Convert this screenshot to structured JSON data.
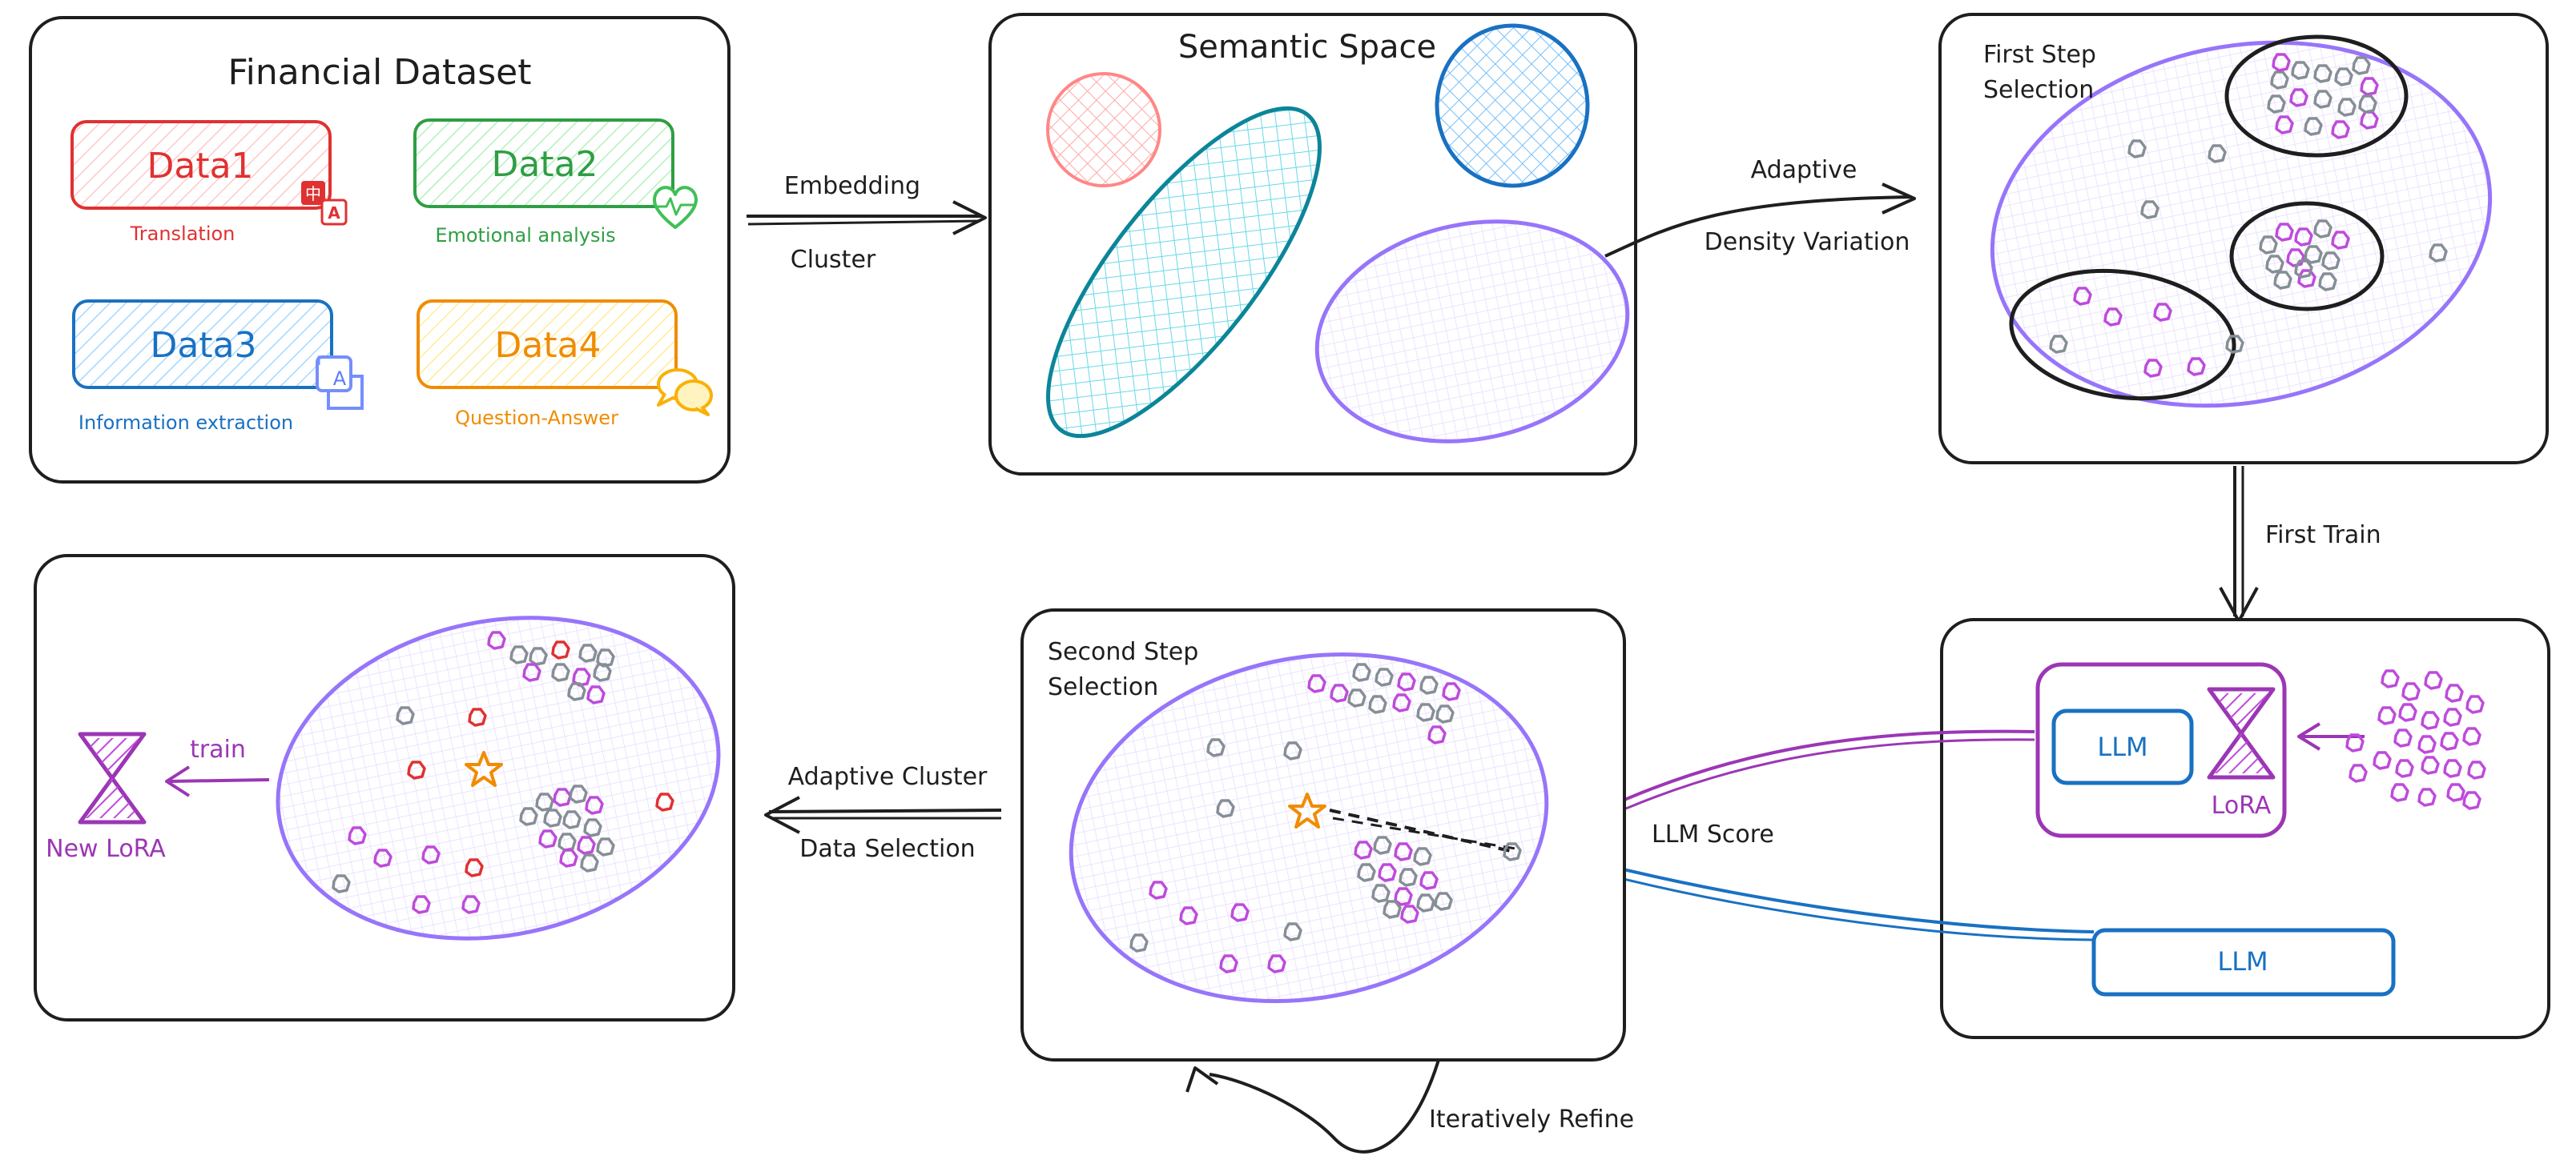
{
  "panel1": {
    "title": "Financial Dataset",
    "cards": [
      {
        "label": "Data1",
        "caption": "Translation",
        "color": "#e03131",
        "icon": "translate-icon"
      },
      {
        "label": "Data2",
        "caption": "Emotional analysis",
        "color": "#2f9e44",
        "icon": "heart-pulse-icon"
      },
      {
        "label": "Data3",
        "caption": "Information extraction",
        "color": "#1971c2",
        "icon": "text-extract-icon"
      },
      {
        "label": "Data4",
        "caption": "Question-Answer",
        "color": "#f08c00",
        "icon": "chat-bubbles-icon"
      }
    ],
    "icon_glyph_zh": "中",
    "icon_glyph_a": "A"
  },
  "arrow1": {
    "top_label": "Embedding",
    "bottom_label": "Cluster"
  },
  "panel2": {
    "title": "Semantic Space"
  },
  "arrow2": {
    "top_label": "Adaptive",
    "bottom_label": "Density Variation"
  },
  "panel3": {
    "title_line1": "First Step",
    "title_line2": "Selection"
  },
  "arrow3": {
    "label": "First Train"
  },
  "panel4": {
    "llm_label": "LLM",
    "lora_label": "LoRA",
    "llm2_label": "LLM"
  },
  "arrow_score": {
    "label": "LLM Score"
  },
  "panel5": {
    "title_line1": "Second Step",
    "title_line2": "Selection"
  },
  "arrow_refine": {
    "label": "Iteratively Refine"
  },
  "arrow4": {
    "top_label": "Adaptive Cluster",
    "bottom_label": "Data Selection"
  },
  "panel6": {
    "train_label": "train",
    "lora_label": "New LoRA"
  },
  "colors": {
    "ink": "#1e1e1e",
    "purple": "#9c36b5",
    "violet": "#845ef7",
    "magenta": "#be4bdb",
    "gray": "#868e96",
    "red": "#e03131",
    "orange": "#f08c00",
    "blue": "#1971c2",
    "teal": "#0c8599"
  }
}
